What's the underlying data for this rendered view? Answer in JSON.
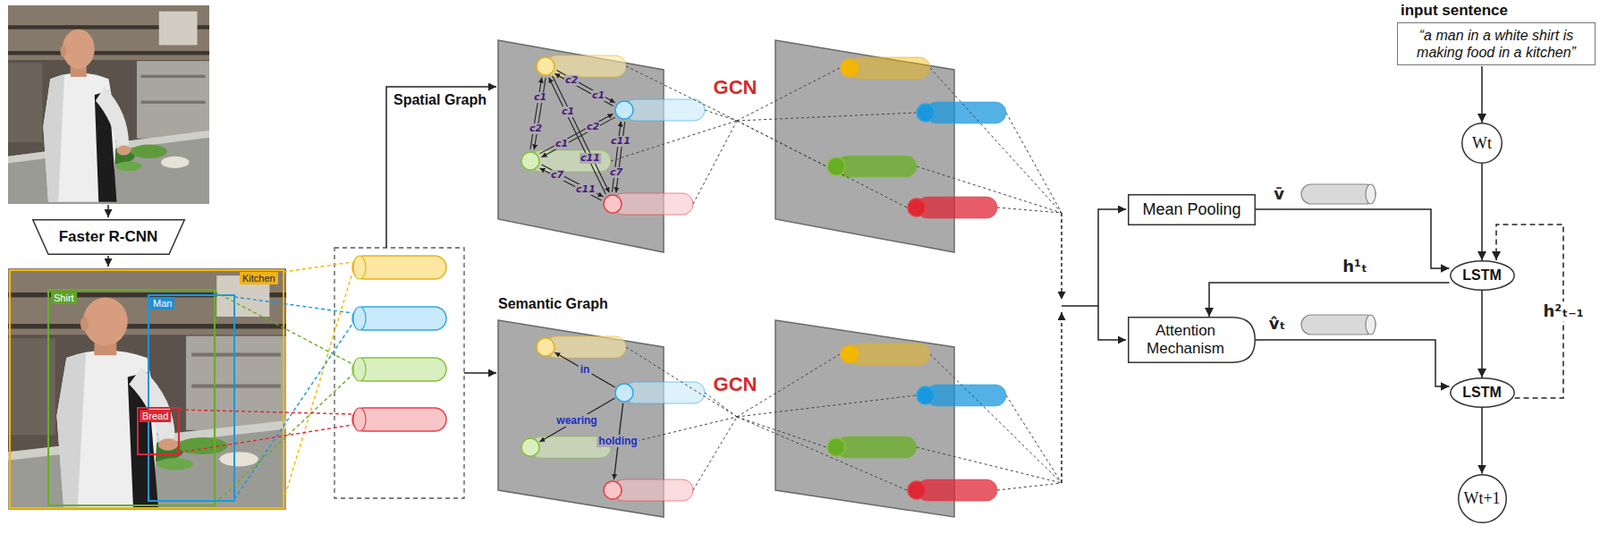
{
  "diagram": {
    "nodes": [
      {
        "text": [
          "Faster R-CNN"
        ]
      },
      {
        "text": [
          "input sentence",
          "“a man in a white shirt is making food in a kitchen”"
        ]
      },
      {
        "text": [
          "Wt"
        ]
      },
      {
        "text": [
          "LSTM"
        ]
      },
      {
        "text": [
          "Mean Pooling"
        ]
      },
      {
        "text": [
          "Attention Mechanism"
        ]
      },
      {
        "text": [
          "LSTM"
        ]
      },
      {
        "text": [
          "Wt+1"
        ]
      }
    ],
    "edges": [
      {
        "from": 1,
        "to": 2,
        "arrow": "to"
      },
      {
        "from": 2,
        "to": 3,
        "arrow": "to"
      },
      {
        "from": 4,
        "to": 3,
        "label": "v̄",
        "arrow": "to"
      },
      {
        "from": 3,
        "to": 5,
        "label": "h¹ₜ",
        "arrow": "to"
      },
      {
        "from": 5,
        "to": 6,
        "label": "v̂ₜ",
        "arrow": "to"
      },
      {
        "from": 3,
        "to": 6,
        "arrow": "to"
      },
      {
        "from": 6,
        "to": 7,
        "arrow": "to"
      },
      {
        "from": 6,
        "to": 3,
        "label": "h²ₜ₋₁",
        "arrow": "to"
      }
    ],
    "labels": [
      "Spatial Graph",
      "Semantic Graph",
      "GCN",
      "GCN",
      "Shirt",
      "Man",
      "Kitchen",
      "Bread",
      "c2",
      "c1",
      "c1",
      "c2",
      "c1",
      "c11",
      "c2",
      "c1",
      "c11",
      "c7",
      "c7",
      "c11",
      "in",
      "wearing",
      "holding"
    ]
  }
}
